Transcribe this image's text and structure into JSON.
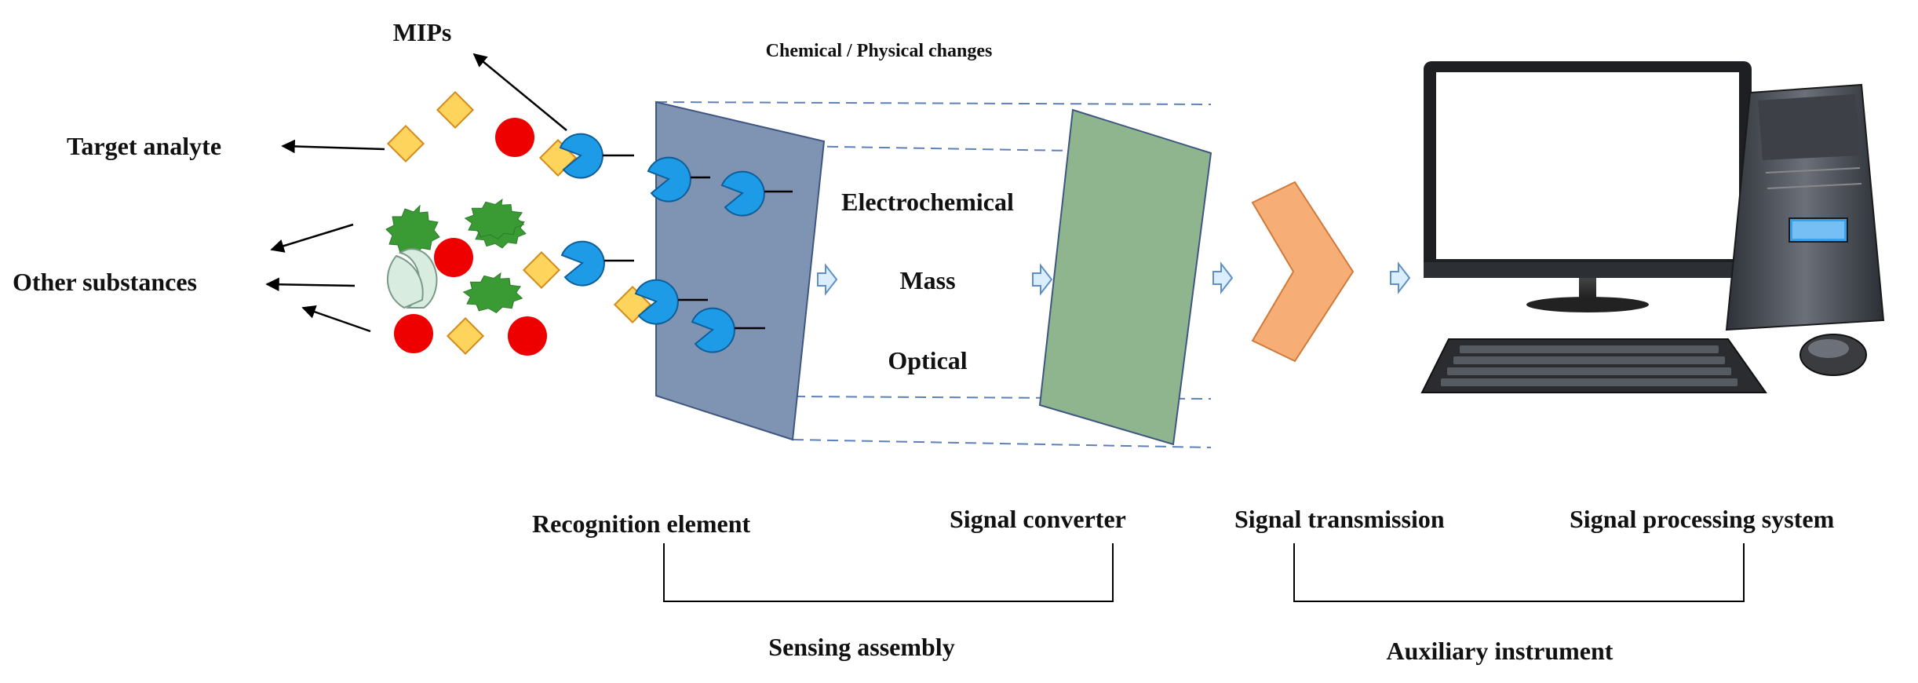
{
  "labels": {
    "mips": "MIPs",
    "target_analyte": "Target analyte",
    "other_substances": "Other substances",
    "chemical_physical_changes": "Chemical / Physical changes",
    "electrochemical": "Electrochemical",
    "mass": "Mass",
    "optical": "Optical",
    "recognition_element": "Recognition element",
    "signal_converter": "Signal converter",
    "signal_transmission": "Signal transmission",
    "signal_processing_system": "Signal processing system",
    "sensing_assembly": "Sensing assembly",
    "auxiliary_instrument": "Auxiliary instrument"
  },
  "colors": {
    "recognition_panel": "#7f93b3",
    "converter_panel": "#8fb58f",
    "mip": "#1e9be6",
    "analyte": "#ffd45c",
    "red_particle": "#ee0000",
    "green_particle": "#3a9a34",
    "chevron": "#f7ad76",
    "flow_arrow": "#dbeefe",
    "dashed_line": "#5f7fb8"
  },
  "icons": [
    "mip-receptor-icon",
    "target-analyte-icon",
    "red-particle-icon",
    "green-particle-icon",
    "flow-arrow-icon",
    "signal-chevron-icon",
    "computer-icon"
  ]
}
